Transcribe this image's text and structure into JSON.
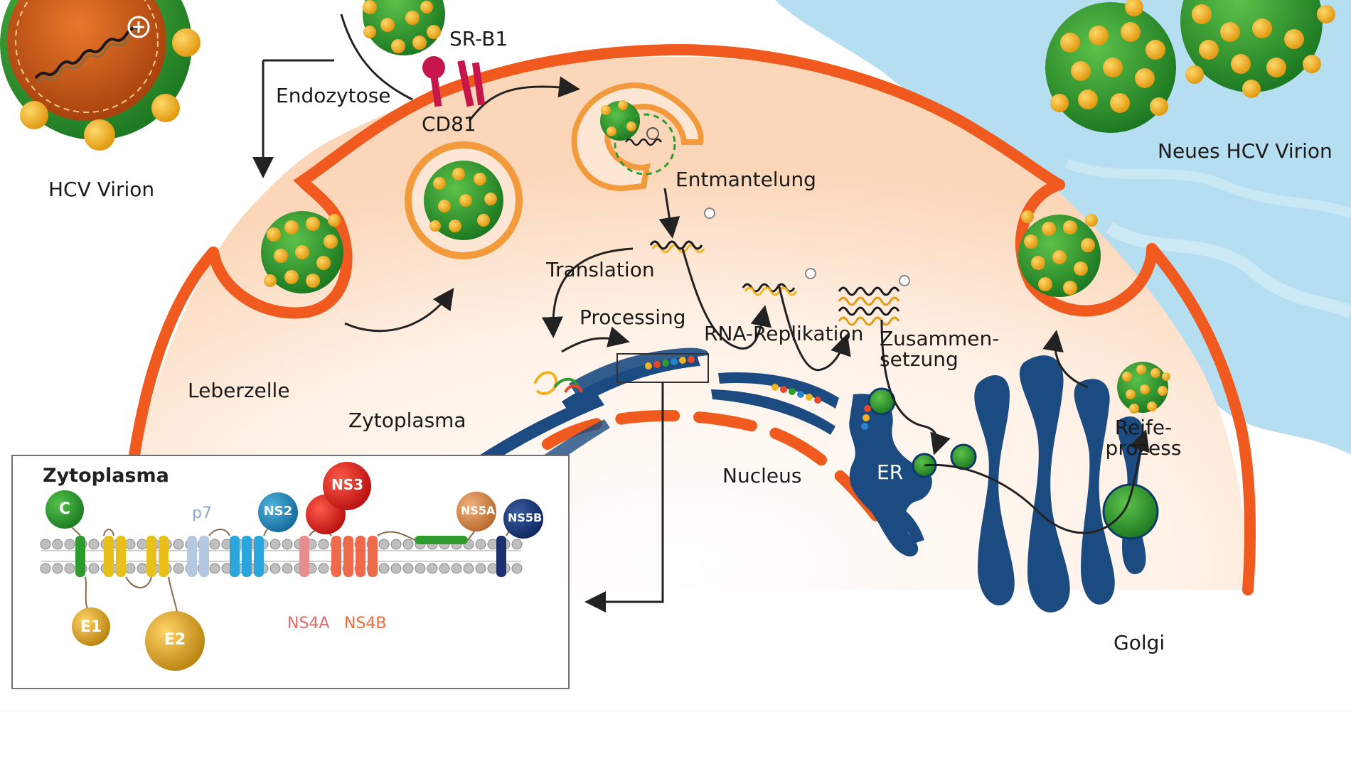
{
  "labels": {
    "hcv_virion": "HCV Virion",
    "sr_b1": "SR-B1",
    "endozytose": "Endozytose",
    "cd81": "CD81",
    "entmantelung": "Entmantelung",
    "translation": "Translation",
    "processing": "Processing",
    "rna_replikation": "RNA-Replikation",
    "zusammensetzung": "Zusammen-setzung",
    "leberzelle": "Leberzelle",
    "zytoplasma": "Zytoplasma",
    "nucleus": "Nucleus",
    "er": "ER",
    "golgi": "Golgi",
    "reifeprozess": "Reife-prozess",
    "neues_hcv_virion": "Neues HCV Virion"
  },
  "inset": {
    "title": "Zytoplasma",
    "proteins": {
      "c": "C",
      "e1": "E1",
      "e2": "E2",
      "p7": "p7",
      "ns2": "NS2",
      "ns3": "NS3",
      "ns4a": "NS4A",
      "ns4b": "NS4B",
      "ns5a": "NS5A",
      "ns5b": "NS5B"
    }
  },
  "colors": {
    "membrane": "#f05a1e",
    "cytoplasm": "#fde8d6",
    "virus_green": "#2e9b2e",
    "virus_spike": "#f2b31e",
    "er_blue": "#1c4b82",
    "sky": "#a9d8ef"
  }
}
